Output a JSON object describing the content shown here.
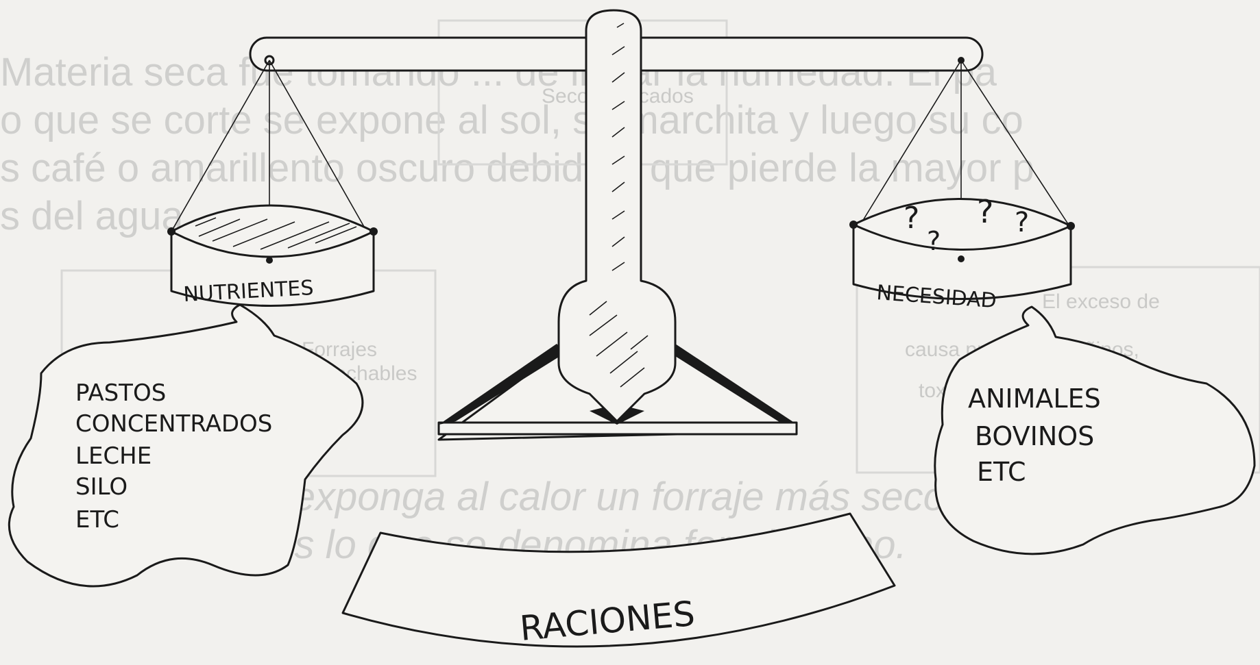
{
  "background_text": {
    "line1": "Materia seca fue tomando ... de llevar la humedad. El pa",
    "line2": "o que se corte se expone al sol, se marchita y luego su co",
    "line3": "s café o amarillento oscuro debido a que pierde la mayor p",
    "line4": "s del agua",
    "line5": "Entre más se exponga al calor un forraje más seco",
    "line6": "será. Este es lo que se denomina forraje heno.",
    "box_left_1": "Forrajes",
    "box_left_2": "desechables",
    "box_right_1": "El exceso de",
    "box_right_2": "causa productos dañinos,",
    "box_right_3": "toxicos",
    "box_center": "Seco desecados"
  },
  "left_pan": {
    "label": "NUTRIENTES"
  },
  "right_pan": {
    "label": "NECESIDAD",
    "marks": [
      "?",
      "?",
      "?",
      "?"
    ]
  },
  "left_bag": {
    "items": [
      "PASTOS",
      "CONCENTRADOS",
      "LECHE",
      "SILO",
      "ETC"
    ]
  },
  "right_bag": {
    "items": [
      "ANIMALES",
      "BOVINOS",
      "ETC"
    ]
  },
  "base": {
    "label": "RACIONES"
  }
}
